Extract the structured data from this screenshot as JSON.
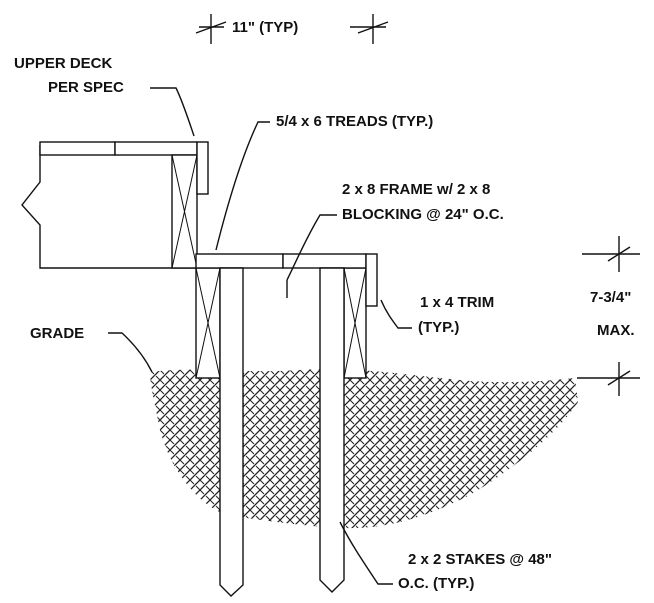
{
  "labels": {
    "dim_11": "11\" (TYP)",
    "upper_deck_1": "UPPER DECK",
    "upper_deck_2": "PER SPEC",
    "treads": "5/4 x 6 TREADS (TYP.)",
    "frame_1": "2 x 8 FRAME w/ 2 x 8",
    "frame_2": "BLOCKING @ 24\" O.C.",
    "trim_1": "1 x 4 TRIM",
    "trim_2": "(TYP.)",
    "rise_1": "7-3/4\"",
    "rise_2": "MAX.",
    "grade": "GRADE",
    "stakes_1": "2 x 2 STAKES @ 48\"",
    "stakes_2": "O.C. (TYP.)"
  }
}
